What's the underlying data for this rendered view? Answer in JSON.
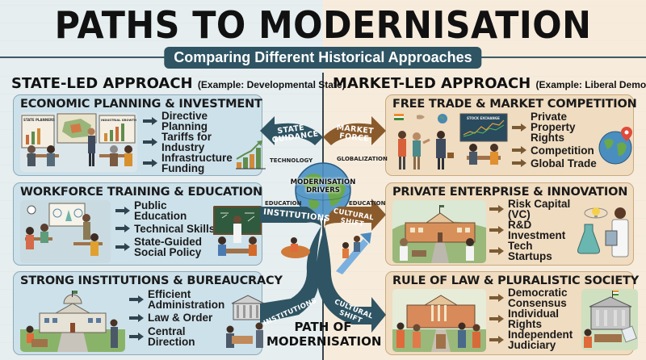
{
  "header": {
    "title": "PATHS TO MODERNISATION",
    "subtitle": "Comparing Different Historical Approaches"
  },
  "colors": {
    "left_bg": "#e6eef0",
    "right_bg": "#f7ecdc",
    "left_panel": "#cde1ea",
    "right_panel": "#f0dcc0",
    "state_arrow": "#2f5463",
    "market_arrow": "#8a5a2b",
    "subtitle_bg": "#2f5463"
  },
  "left": {
    "heading": "STATE-LED APPROACH",
    "example": "(Example: Developmental State)",
    "panels": [
      {
        "title": "ECONOMIC PLANNING & INVESTMENT",
        "illustration_labels": [
          "STATE PLANNERS",
          "INDUSTRIAL GROWTH"
        ],
        "items": [
          "Directive Planning",
          "Tariffs for Industry",
          "Infrastructure Funding"
        ],
        "icon": "bar-chart-growth-icon"
      },
      {
        "title": "WORKFORCE TRAINING & EDUCATION",
        "items": [
          "Public Education",
          "Technical Skills",
          "State-Guided Social Policy"
        ],
        "icon": "classroom-teacher-icon"
      },
      {
        "title": "STRONG INSTITUTIONS & BUREAUCRACY",
        "items": [
          "Efficient Administration",
          "Law & Order",
          "Central Direction"
        ],
        "icon": "government-office-icon"
      }
    ]
  },
  "right": {
    "heading": "MARKET-LED APPROACH",
    "example": "(Example: Liberal Democracy)",
    "panels": [
      {
        "title": "FREE TRADE & MARKET COMPETITION",
        "illustration_labels": [
          "STOCK EXCHANGE"
        ],
        "items": [
          "Private Property Rights",
          "Competition",
          "Global Trade"
        ],
        "icon": "globe-pin-icon"
      },
      {
        "title": "PRIVATE ENTERPRISE & INNOVATION",
        "items": [
          "Risk Capital (VC)",
          "R&D Investment",
          "Tech Startups"
        ],
        "icon": "scientist-flask-icon"
      },
      {
        "title": "RULE OF LAW & PLURALISTIC SOCIETY",
        "items": [
          "Democratic Consensus",
          "Individual Rights",
          "Independent Judiciary"
        ],
        "icon": "courthouse-icon"
      }
    ]
  },
  "center": {
    "globe_label": "MODERNISATION DRIVERS",
    "arrows": {
      "state_guidance": "STATE GUIDANCE",
      "market_force": "MARKET FORCE",
      "institutions_top": "INSTITUTIONS",
      "cultural_shift_top": "CULTURAL SHIFT",
      "institutions_bottom": "INSTITUTIONS",
      "cultural_shift_bottom": "CULTURAL SHIFT"
    },
    "small_labels": {
      "technology": "TECHNOLOGY",
      "globalization": "GLOBALIZATION",
      "education_left": "EDUCATION",
      "education_right": "EDUCATION"
    },
    "path_label_line1": "PATH OF",
    "path_label_line2": "MODERNISATION"
  }
}
